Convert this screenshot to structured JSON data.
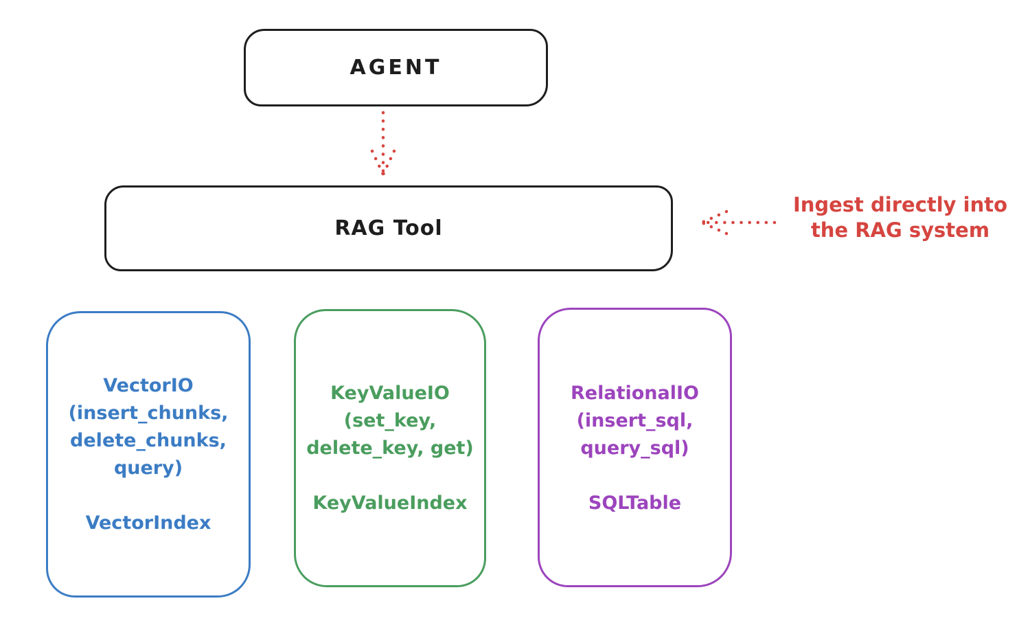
{
  "canvas": {
    "background": "#ffffff",
    "ink_color": "#1e1e1e"
  },
  "agent_box": {
    "label": "AGENT"
  },
  "rag_tool_box": {
    "label": "RAG Tool"
  },
  "annotation": {
    "lines": [
      "Ingest directly into",
      "the RAG system"
    ],
    "color": "#d64540"
  },
  "arrows": {
    "agent_to_rag": {
      "style": "dotted",
      "direction": "down",
      "color": "#d64540"
    },
    "ingest_to_rag": {
      "style": "dotted",
      "direction": "left",
      "color": "#d64540"
    }
  },
  "storage_boxes": [
    {
      "id": "vector-io",
      "color": "#3b7cc4",
      "primary_lines": [
        "VectorIO",
        "(insert_chunks,",
        "delete_chunks,",
        "query)"
      ],
      "secondary_label": "VectorIndex"
    },
    {
      "id": "keyvalue-io",
      "color": "#4a9d5e",
      "primary_lines": [
        "KeyValueIO",
        "(set_key,",
        "delete_key, get)"
      ],
      "secondary_label": "KeyValueIndex"
    },
    {
      "id": "relational-io",
      "color": "#9c44bd",
      "primary_lines": [
        "RelationalIO",
        "(insert_sql,",
        "query_sql)"
      ],
      "secondary_label": "SQLTable"
    }
  ]
}
